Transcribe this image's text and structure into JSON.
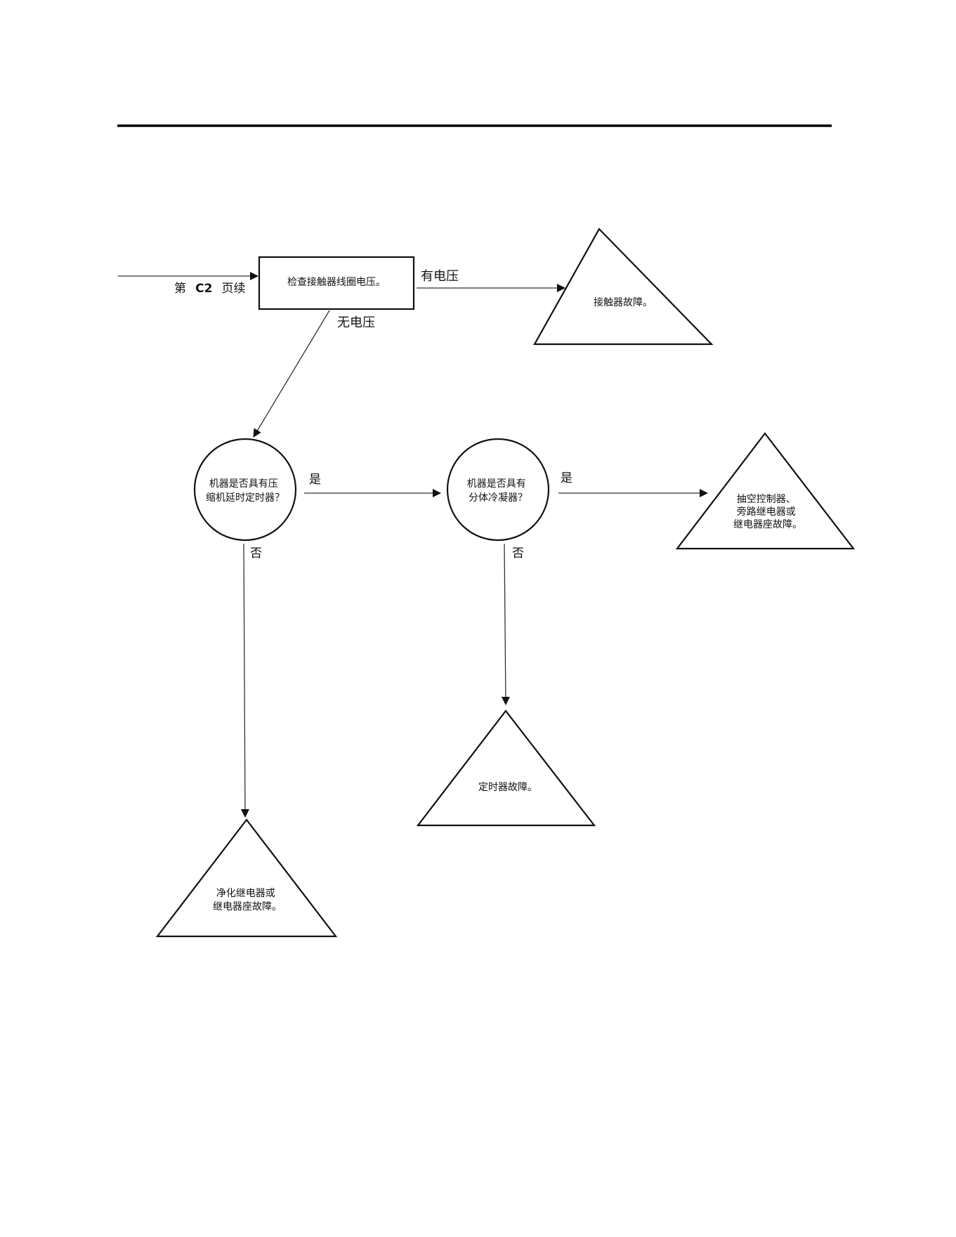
{
  "continued_from": {
    "prefix": "第",
    "page": "C2",
    "suffix": "页续"
  },
  "nodes": {
    "check_voltage": "检查接触器线圈电压。",
    "contactor_fault": "接触器故障。",
    "has_timer_q": [
      "机器是否具有压",
      "缩机延时定时器？"
    ],
    "has_split_q": [
      "机器是否具有",
      "分体冷凝器？"
    ],
    "pumpdown_fault": [
      "抽空控制器、",
      "旁路继电器或",
      "继电器座故障。"
    ],
    "timer_fault": "定时器故障。",
    "purge_fault": [
      "净化继电器或",
      "继电器座故障。"
    ]
  },
  "edges": {
    "has_voltage": "有电压",
    "no_voltage": "无电压",
    "yes_1": "是",
    "no_1": "否",
    "yes_2": "是",
    "no_2": "否"
  }
}
